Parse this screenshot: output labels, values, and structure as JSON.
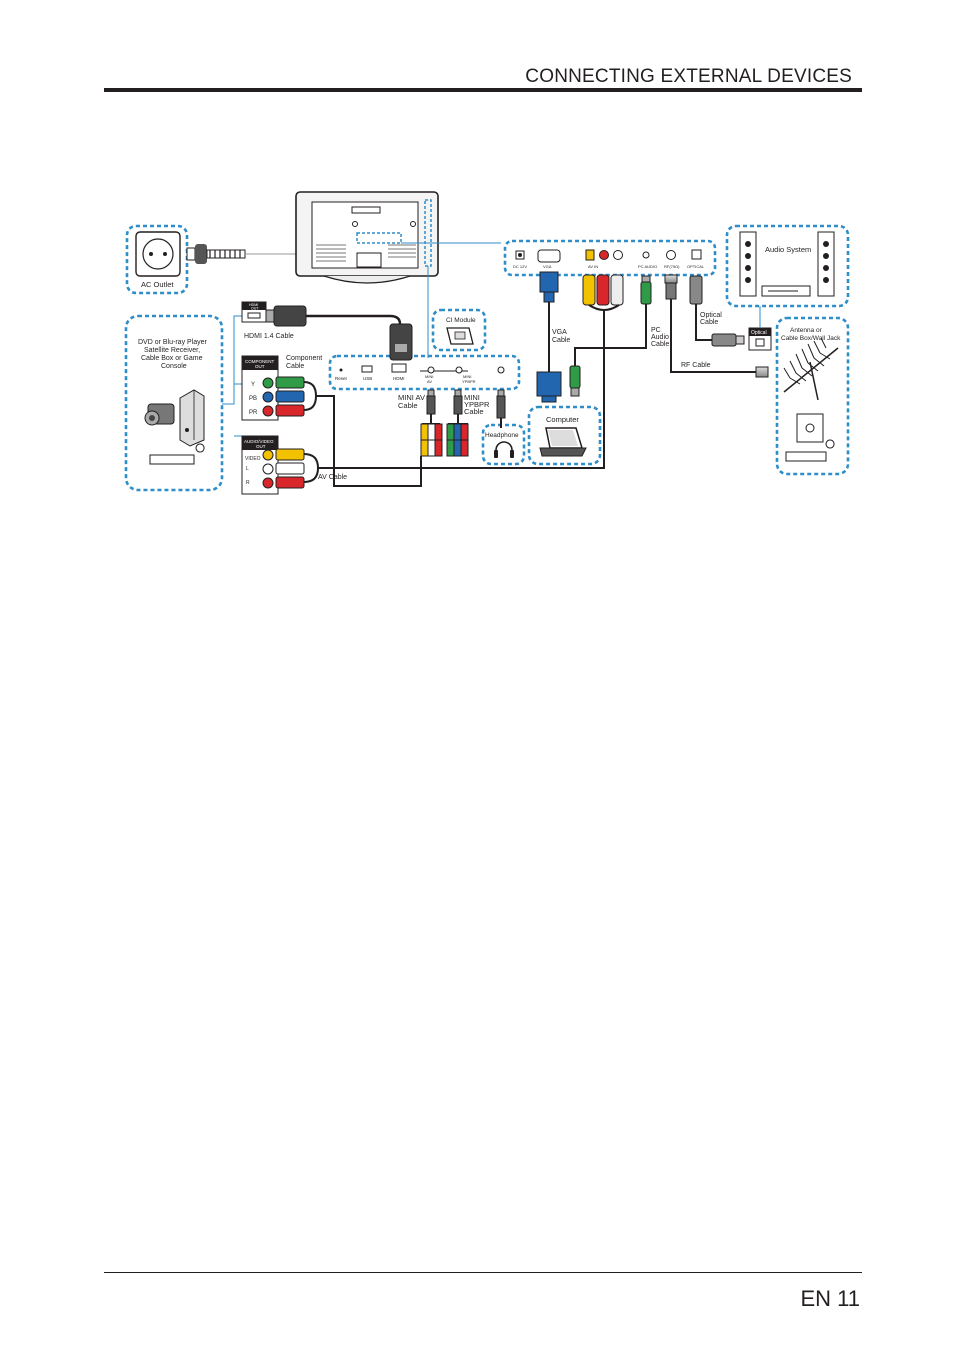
{
  "header": {
    "title": "CONNECTING EXTERNAL DEVICES"
  },
  "footer": {
    "page": "EN 11"
  },
  "diagram": {
    "ac_outlet": "AC Outlet",
    "source_device": [
      "DVD or Blu-ray Player",
      "Satellite Receiver,",
      "Cable Box or Game",
      "Console"
    ],
    "hdmi_out": [
      "HDMI",
      "OUT"
    ],
    "hdmi_cable": "HDMI 1.4 Cable",
    "component_out": [
      "COMPONENT",
      "OUT"
    ],
    "component_cable": [
      "Component",
      "Cable"
    ],
    "y": "Y",
    "pb": "PB",
    "pr": "PR",
    "av_out": [
      "AUDIO/VIDEO",
      "OUT"
    ],
    "video": "VIDEO",
    "l": "L",
    "r": "R",
    "av_cable": "AV Cable",
    "ci_module": "CI Module",
    "side_panel": {
      "reset": "Reset",
      "usb": "USB",
      "hdmi": "HDMI",
      "mini_av": [
        "MINI",
        "AV"
      ],
      "mini_ypbpr": [
        "MINI",
        "YPBPR"
      ]
    },
    "mini_av_cable": [
      "MINI AV",
      "Cable"
    ],
    "mini_ypbpr_cable": [
      "MINI",
      "YPBPR",
      "Cable"
    ],
    "headphone": "Headphone",
    "computer": "Computer",
    "rear_panel": {
      "dc_12v": "DC 12V",
      "vga": "VGA",
      "av_in": "AV IN",
      "pc_audio": "PC AUDIO",
      "rf": "RF(75Ω)",
      "optical": "OPTICAL"
    },
    "vga_cable": [
      "VGA",
      "Cable"
    ],
    "pc_audio_cable": [
      "PC",
      "Audio",
      "Cable"
    ],
    "optical_cable": [
      "Optical",
      "Cable"
    ],
    "optical": "Optical",
    "rf_cable": "RF Cable",
    "audio_system": "Audio System",
    "antenna": [
      "Antenna or",
      "Cable Box/Wall Jack"
    ]
  },
  "colors": {
    "accent": "#2e8ec9",
    "video_yellow": "#f2c200",
    "red": "#d9262b",
    "green": "#2f9b46",
    "blue": "#2266b0"
  }
}
